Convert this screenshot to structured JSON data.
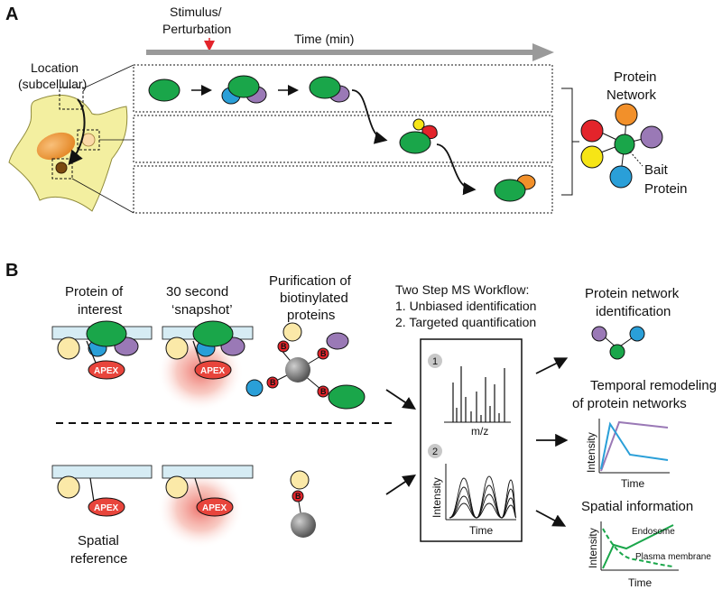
{
  "panel_a": {
    "label": "A",
    "stimulus": [
      "Stimulus/",
      "Perturbation"
    ],
    "time_axis": "Time (min)",
    "location": [
      "Location",
      "(subcellular)"
    ],
    "network_title": [
      "Protein",
      "Network"
    ],
    "bait": [
      "Bait",
      "Protein"
    ]
  },
  "panel_b": {
    "label": "B",
    "col1": [
      "Protein of",
      "interest"
    ],
    "col2": [
      "30 second",
      "‘snapshot’"
    ],
    "col3": [
      "Purification of",
      "biotinylated",
      "proteins"
    ],
    "spatial_ref": [
      "Spatial",
      "reference"
    ],
    "apex": "APEX",
    "biotin": "B",
    "ms_title": [
      "Two Step MS Workflow:",
      "1. Unbiased identification",
      "2. Targeted quantification"
    ],
    "step1": "1",
    "step2": "2",
    "mz": "m/z",
    "intensity": "Intensity",
    "time": "Time",
    "out1": [
      "Protein network",
      "identification"
    ],
    "out2": [
      "Temporal remodeling",
      "of protein networks"
    ],
    "out3": "Spatial information",
    "endosome": "Endosome",
    "plasma_membrane": "Plasma membrane"
  },
  "colors": {
    "green": "#1aa64a",
    "purple": "#9a79b6",
    "blue": "#2a9fd8",
    "yellow_pale": "#fbe9a8",
    "orange": "#f2902a",
    "red": "#e3242b",
    "yellow": "#f6e516",
    "apex_red": "#e8453c",
    "cell": "#f3efa0",
    "membrane": "#d6ecf4"
  }
}
